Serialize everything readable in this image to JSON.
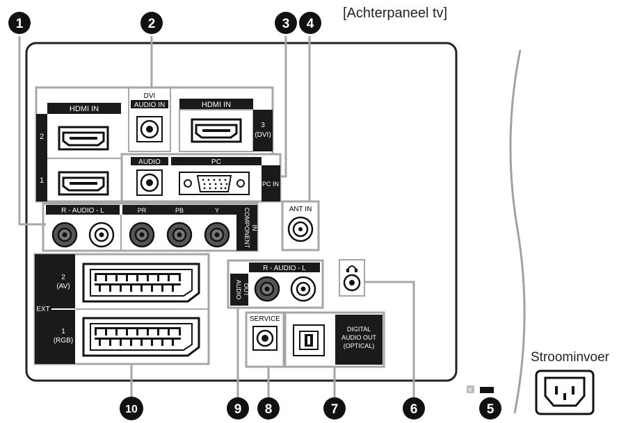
{
  "caption": "[Achterpaneel tv]",
  "power_label": "Stroominvoer",
  "callouts": [
    "1",
    "2",
    "3",
    "4",
    "5",
    "6",
    "7",
    "8",
    "9",
    "10"
  ],
  "ports": {
    "hdmi_in_title": "HDMI IN",
    "hdmi_in_2": "2",
    "hdmi_in_1": "1",
    "dvi_audio_in_line1": "DVI",
    "dvi_audio_in_line2": "AUDIO IN",
    "hdmi3_title": "HDMI IN",
    "hdmi3_num": "3",
    "hdmi3_dvi": "(DVI)",
    "pc_audio": "AUDIO",
    "pc_title": "PC",
    "pc_in": "PC IN",
    "audio_rl": "R - AUDIO - L",
    "r_mark": "R",
    "l_mark": "L",
    "pr": "PR",
    "pb": "PB",
    "y": "Y",
    "component_line1": "COMPONENT",
    "component_line2": "IN",
    "ant_in": "ANT IN",
    "ext": "EXT",
    "ext2_num": "2",
    "ext2_sub": "(AV)",
    "ext1_num": "1",
    "ext1_sub": "(RGB)",
    "audio_out_line1": "AUDIO",
    "audio_out_line2": "OUT",
    "audio_out_rl": "R - AUDIO - L",
    "service": "SERVICE",
    "digital_line1": "DIGITAL",
    "digital_line2": "AUDIO OUT",
    "digital_line3": "(OPTICAL)",
    "lock_mark": "K"
  },
  "colors": {
    "callout_bg": "#111111",
    "panel_border": "#222222",
    "group_border": "#a6a6a6",
    "label_bar": "#1a1a1a",
    "curve": "#a0a0a0"
  }
}
